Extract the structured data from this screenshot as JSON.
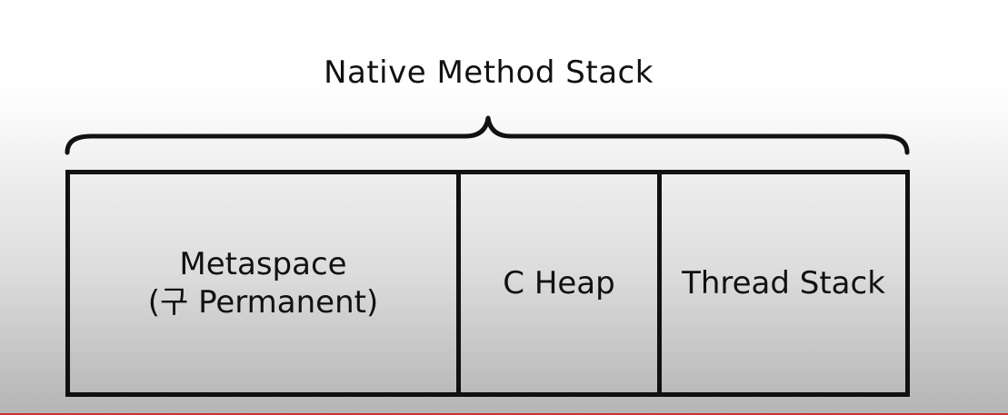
{
  "diagram": {
    "title": "Native Method Stack",
    "cells": [
      {
        "line1": "Metaspace",
        "line2": "(구 Permanent)"
      },
      {
        "line1": "C Heap"
      },
      {
        "line1": "Thread Stack"
      }
    ]
  }
}
